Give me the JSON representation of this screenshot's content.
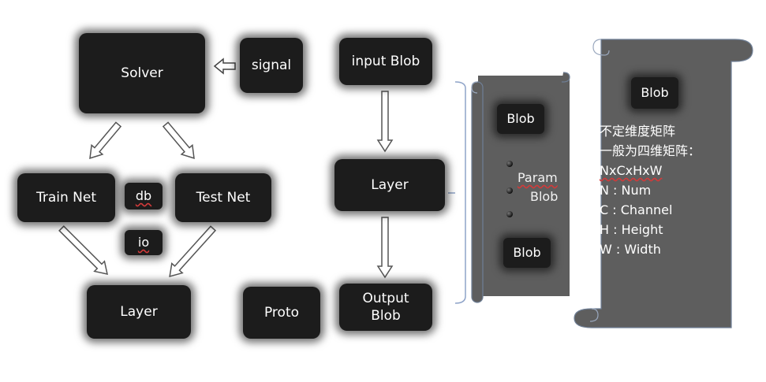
{
  "nodes": {
    "solver": "Solver",
    "signal": "signal",
    "train_net": "Train Net",
    "db": "db",
    "test_net": "Test Net",
    "io": "io",
    "layer_left": "Layer",
    "proto": "Proto",
    "input_blob": "input Blob",
    "layer_mid": "Layer",
    "output_blob_line1": "Output",
    "output_blob_line2": "Blob"
  },
  "layer_detail": {
    "blob_top": "Blob",
    "param_line1": "Param",
    "param_line2": "Blob",
    "blob_bottom": "Blob"
  },
  "blob_detail": {
    "blob": "Blob",
    "lines": [
      "不定维度矩阵",
      "一般为四维矩阵：",
      "NxCxHxW",
      "N : Num",
      "C : Channel",
      "H : Height",
      "W : Width"
    ]
  },
  "colors": {
    "box": "#1c1c1c",
    "scroll_fill": "#5e5e5e",
    "scroll_border": "#6f7f96",
    "underline": "#d23a3a"
  }
}
